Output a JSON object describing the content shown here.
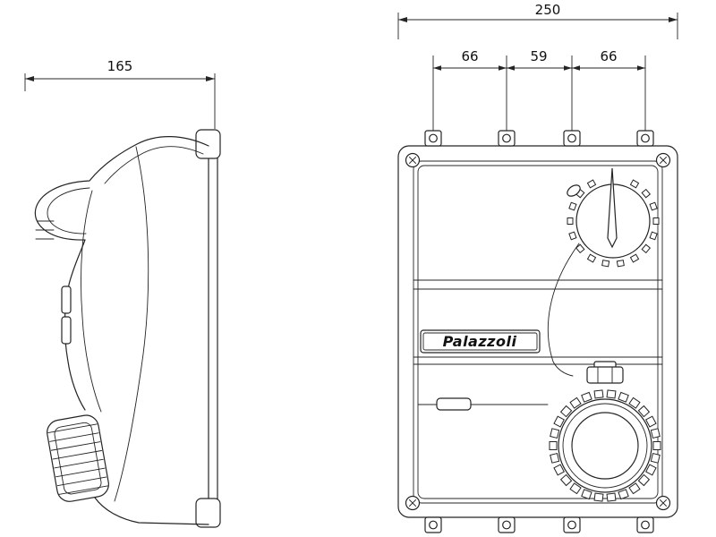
{
  "drawing": {
    "brand": "Palazzoli",
    "dims": {
      "overall_width": "250",
      "depth": "165",
      "spacing_left": "66",
      "spacing_center": "59",
      "spacing_right": "66"
    },
    "colors": {
      "line": "#242424",
      "background": "#ffffff"
    },
    "views": {
      "side": "side-elevation",
      "front": "front-elevation"
    }
  }
}
